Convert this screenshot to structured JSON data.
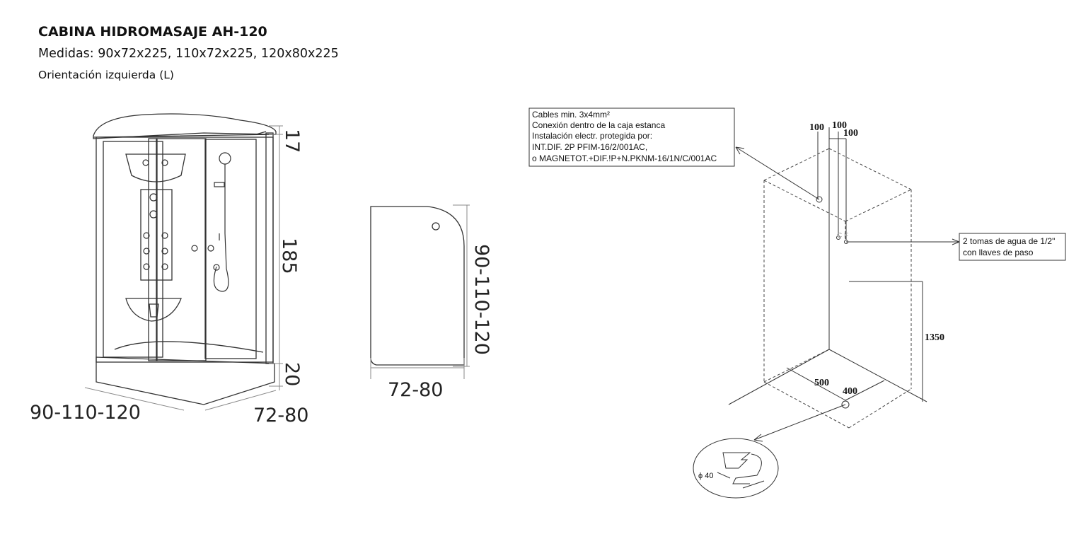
{
  "header": {
    "title": "CABINA HIDROMASAJE AH-120",
    "measures": "Medidas: 90x72x225, 110x72x225, 120x80x225",
    "orientation": "Orientación izquierda (L)"
  },
  "front_view": {
    "dim_top": "17",
    "dim_mid": "185",
    "dim_bottom": "20",
    "width_label": "90-110-120",
    "depth_label": "72-80"
  },
  "plan_view": {
    "depth_label": "72-80",
    "width_label": "90-110-120"
  },
  "install_view": {
    "electrical_note": [
      "Cables min. 3x4mm²",
      "Conexión dentro de la caja estanca",
      "Instalación electr. protegida por:",
      "INT.DIF. 2P PFIM-16/2/001AC,",
      "o MAGNETOT.+DIF.!P+N.PKNM-16/1N/C/001AC"
    ],
    "water_note": [
      "2 tomas de agua de 1/2\"",
      "con llaves de paso"
    ],
    "dim_100_a": "100",
    "dim_100_b": "100",
    "dim_100_c": "100",
    "dim_1350": "1350",
    "dim_500": "500",
    "dim_400": "400",
    "drain_label": "ϕ 40",
    "drain_mark": "C F"
  }
}
